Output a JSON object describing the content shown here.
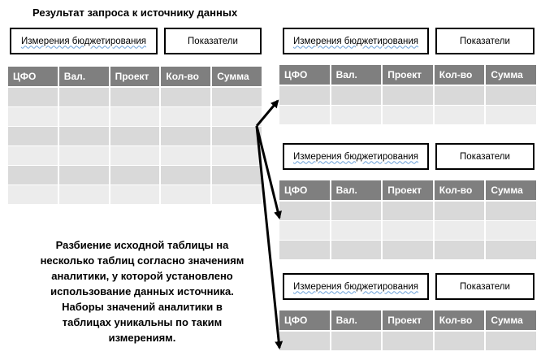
{
  "source": {
    "title": "Результат запроса к источнику данных",
    "buttons": {
      "dimensions": "Измерения бюджетирования",
      "indicators": "Показатели"
    },
    "columns": [
      "ЦФО",
      "Вал.",
      "Проект",
      "Кол-во",
      "Сумма"
    ],
    "row_count": 6
  },
  "targets": [
    {
      "buttons": {
        "dimensions": "Измерения бюджетирования",
        "indicators": "Показатели"
      },
      "columns": [
        "ЦФО",
        "Вал.",
        "Проект",
        "Кол-во",
        "Сумма"
      ],
      "row_count": 2
    },
    {
      "buttons": {
        "dimensions": "Измерения бюджетирования",
        "indicators": "Показатели"
      },
      "columns": [
        "ЦФО",
        "Вал.",
        "Проект",
        "Кол-во",
        "Сумма"
      ],
      "row_count": 3
    },
    {
      "buttons": {
        "dimensions": "Измерения бюджетирования",
        "indicators": "Показатели"
      },
      "columns": [
        "ЦФО",
        "Вал.",
        "Проект",
        "Кол-во",
        "Сумма"
      ],
      "row_count": 1
    }
  ],
  "caption": [
    "Разбиение исходной таблицы на",
    "несколько таблиц согласно значениям",
    "аналитики, у которой установлено",
    "использование данных источника.",
    "Наборы значений аналитики в",
    "таблицах уникальны по таким",
    "измерениям."
  ],
  "colors": {
    "header_bg": "#7f7f7f",
    "row_dark": "#d9d9d9",
    "row_light": "#ececec",
    "arrow": "#000000"
  }
}
